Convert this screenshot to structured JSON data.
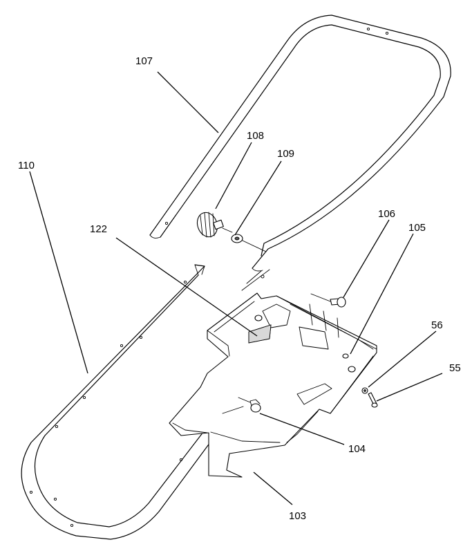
{
  "diagram": {
    "labels": {
      "p55": "55",
      "p56": "56",
      "p103": "103",
      "p104": "104",
      "p105": "105",
      "p106": "106",
      "p107": "107",
      "p108": "108",
      "p109": "109",
      "p110": "110",
      "p122": "122"
    }
  }
}
